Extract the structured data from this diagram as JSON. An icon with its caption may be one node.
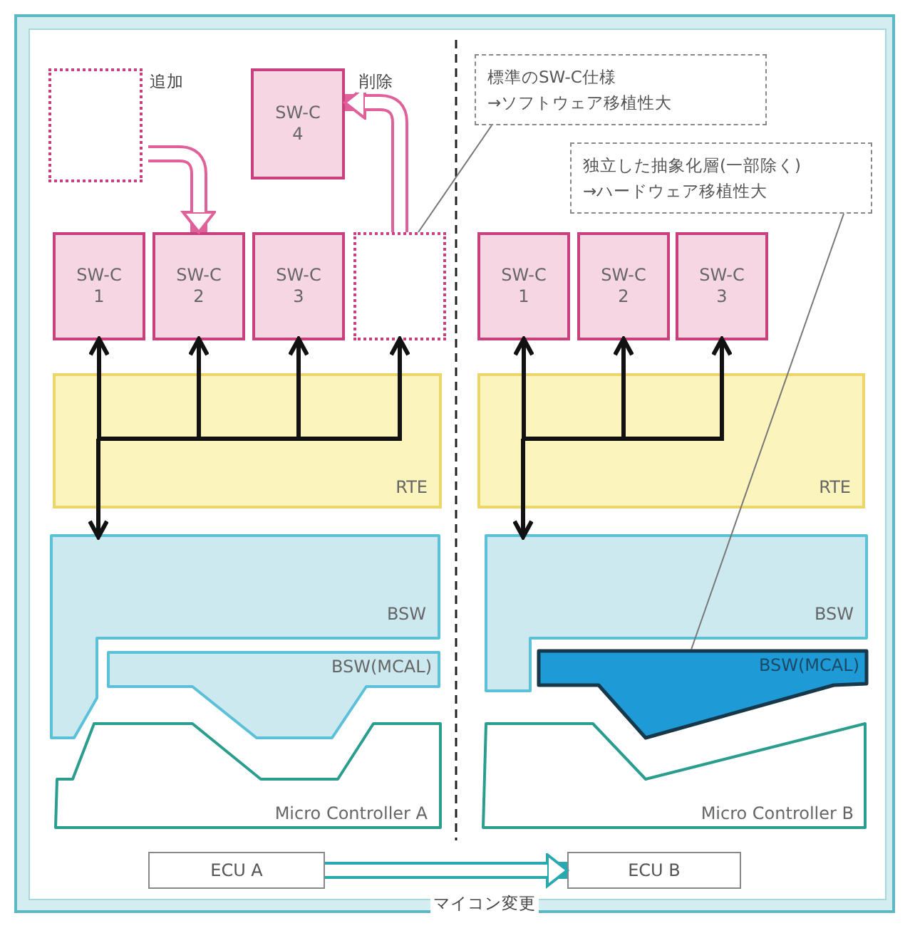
{
  "diagram": {
    "nodes": [
      {
        "text": [],
        "shape": "box"
      },
      {
        "text": [
          "SW-C 4"
        ]
      },
      {
        "text": [
          "標準のSW-C仕様",
          "→ソフトウェア移植性大"
        ]
      },
      {
        "text": [
          "独立した抽象化層(一部除く)",
          "→ハードウェア移植性大"
        ]
      },
      {
        "text": [
          "SW-C 1"
        ]
      },
      {
        "text": [
          "SW-C 2"
        ]
      },
      {
        "text": [
          "SW-C 3"
        ]
      },
      {
        "text": [],
        "shape": "box"
      },
      {
        "text": [
          "SW-C 1"
        ]
      },
      {
        "text": [
          "SW-C 2"
        ]
      },
      {
        "text": [
          "SW-C 3"
        ]
      },
      {
        "text": [
          "RTE"
        ]
      },
      {
        "text": [
          "RTE"
        ]
      },
      {
        "text": [
          "BSW"
        ]
      },
      {
        "text": [
          "BSW(MCAL)"
        ]
      },
      {
        "text": [
          "Micro Controller A"
        ]
      },
      {
        "text": [
          "BSW"
        ]
      },
      {
        "text": [
          "BSW(MCAL)"
        ]
      },
      {
        "text": [
          "Micro Controller B"
        ]
      },
      {
        "text": [
          "ECU A"
        ]
      },
      {
        "text": [
          "ECU B"
        ]
      }
    ],
    "edges": [
      {
        "from": 0,
        "to": 5,
        "arrow": "to",
        "label": "追加",
        "style": "thick",
        "color": "#e0609a"
      },
      {
        "from": 7,
        "to": 1,
        "arrow": "to",
        "label": "削除",
        "style": "thick",
        "color": "#e0609a"
      },
      {
        "from": 2,
        "to": 7,
        "arrow": "none",
        "color": "#777777"
      },
      {
        "from": 3,
        "to": 17,
        "arrow": "none",
        "color": "#777777"
      },
      {
        "from": 11,
        "to": 4,
        "arrow": "to"
      },
      {
        "from": 11,
        "to": 5,
        "arrow": "to"
      },
      {
        "from": 11,
        "to": 6,
        "arrow": "to"
      },
      {
        "from": 11,
        "to": 7,
        "arrow": "to"
      },
      {
        "from": 11,
        "to": 13,
        "arrow": "to"
      },
      {
        "from": 12,
        "to": 8,
        "arrow": "to"
      },
      {
        "from": 12,
        "to": 9,
        "arrow": "to"
      },
      {
        "from": 12,
        "to": 10,
        "arrow": "to"
      },
      {
        "from": 12,
        "to": 16,
        "arrow": "to"
      },
      {
        "from": 19,
        "to": 20,
        "arrow": "to",
        "label": "マイコン変更",
        "style": "thick",
        "color": "#2aa8b0"
      }
    ]
  }
}
